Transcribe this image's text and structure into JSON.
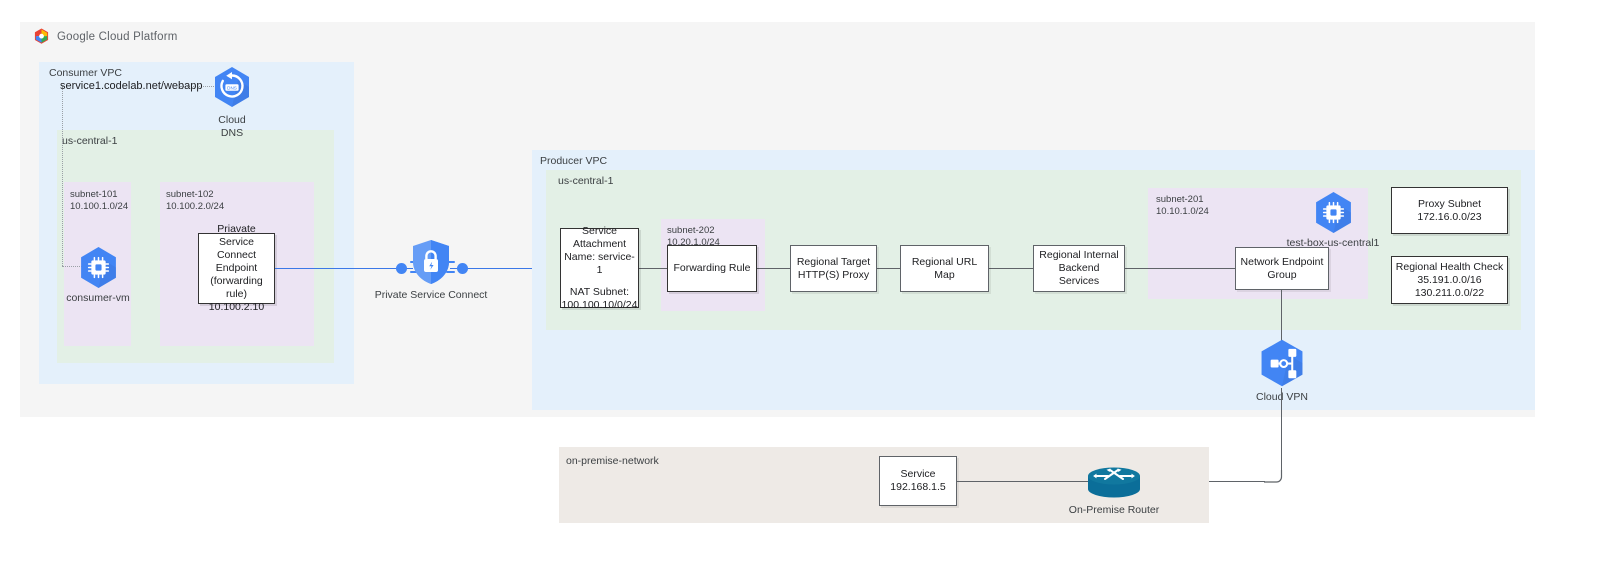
{
  "brand": {
    "logo_text": "Google Cloud Platform",
    "logo_icon": "google-cloud-logo-icon"
  },
  "consumer": {
    "vpc_label": "Consumer VPC",
    "region_label": "us-central-1",
    "dns_record": "service1.codelab.net/webapp",
    "cloud_dns": {
      "icon": "cloud-dns-icon",
      "line1": "Cloud",
      "line2": "DNS"
    },
    "subnet_101": {
      "name": "subnet-101",
      "cidr": "10.100.1.0/24"
    },
    "subnet_102": {
      "name": "subnet-102",
      "cidr": "10.100.2.0/24"
    },
    "consumer_vm": {
      "icon": "compute-vm-icon",
      "label": "consumer-vm"
    },
    "psc_endpoint": {
      "line1": "Priavate Service",
      "line2": "Connect Endpoint",
      "line3": "(forwarding rule)",
      "line4": "10.100.2.10"
    }
  },
  "psc": {
    "icon": "private-service-connect-shield-icon",
    "label": "Private Service Connect"
  },
  "producer": {
    "vpc_label": "Producer VPC",
    "region_label": "us-central-1",
    "service_attachment": {
      "line1": "Service",
      "line2": "Attachment",
      "line3": "Name: service-1",
      "line4": "NAT Subnet:",
      "line5": "100.100.10/0/24"
    },
    "subnet_202": {
      "name": "subnet-202",
      "cidr": "10.20.1.0/24"
    },
    "forwarding_rule": "Forwarding Rule",
    "target_proxy": {
      "line1": "Regional Target",
      "line2": "HTTP(S) Proxy"
    },
    "url_map": "Regional URL Map",
    "backend_services": {
      "line1": "Regional Internal",
      "line2": "Backend Services"
    },
    "subnet_201": {
      "name": "subnet-201",
      "cidr": "10.10.1.0/24"
    },
    "test_box": {
      "icon": "compute-vm-icon",
      "label": "test-box-us-central1"
    },
    "neg": {
      "line1": "Network Endpoint",
      "line2": "Group"
    },
    "proxy_subnet": {
      "line1": "Proxy Subnet",
      "line2": "172.16.0.0/23"
    },
    "health_check": {
      "line1": "Regional Health Check",
      "line2": "35.191.0.0/16",
      "line3": "130.211.0.0/22"
    },
    "cloud_vpn": {
      "icon": "cloud-vpn-icon",
      "label": "Cloud VPN"
    }
  },
  "onprem": {
    "network_label": "on-premise-network",
    "service": {
      "line1": "Service",
      "line2": "192.168.1.5"
    },
    "router": {
      "icon": "on-premise-router-icon",
      "label": "On-Premise Router"
    }
  },
  "colors": {
    "vpc_blue": "#e4f0fb",
    "region_green": "#e3f0e6",
    "subnet_purple": "#ece4f3",
    "onprem_beige": "#eeeae6",
    "panel_gray": "#f5f5f5",
    "google_blue": "#4285f4",
    "link_blue": "#3b78e7",
    "router_teal": "#0b6e99",
    "line_gray": "#5f6368"
  }
}
